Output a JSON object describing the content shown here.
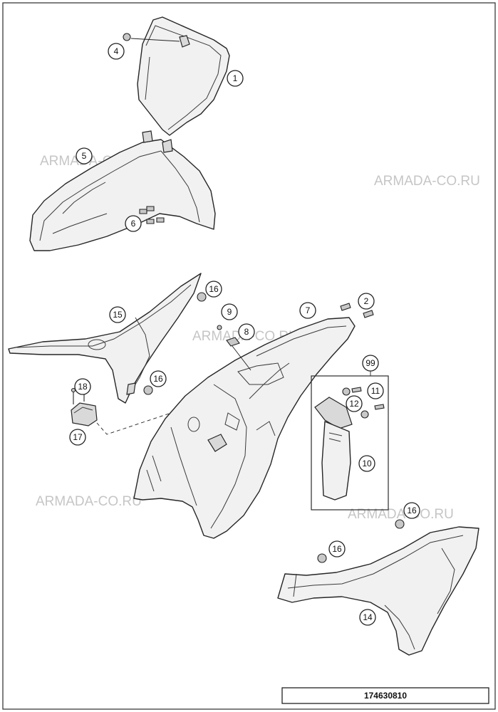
{
  "callouts": [
    {
      "id": "1",
      "label": "1"
    },
    {
      "id": "2",
      "label": "2"
    },
    {
      "id": "4",
      "label": "4"
    },
    {
      "id": "5",
      "label": "5"
    },
    {
      "id": "6",
      "label": "6"
    },
    {
      "id": "7",
      "label": "7"
    },
    {
      "id": "8",
      "label": "8"
    },
    {
      "id": "9",
      "label": "9"
    },
    {
      "id": "10",
      "label": "10"
    },
    {
      "id": "11",
      "label": "11"
    },
    {
      "id": "12",
      "label": "12"
    },
    {
      "id": "14",
      "label": "14"
    },
    {
      "id": "15",
      "label": "15"
    },
    {
      "id": "16a",
      "label": "16"
    },
    {
      "id": "16b",
      "label": "16"
    },
    {
      "id": "16c",
      "label": "16"
    },
    {
      "id": "16d",
      "label": "16"
    },
    {
      "id": "17",
      "label": "17"
    },
    {
      "id": "18",
      "label": "18"
    },
    {
      "id": "99",
      "label": "99"
    }
  ],
  "watermark": "ARMADA-CO.RU",
  "diagram_code": "174630810"
}
